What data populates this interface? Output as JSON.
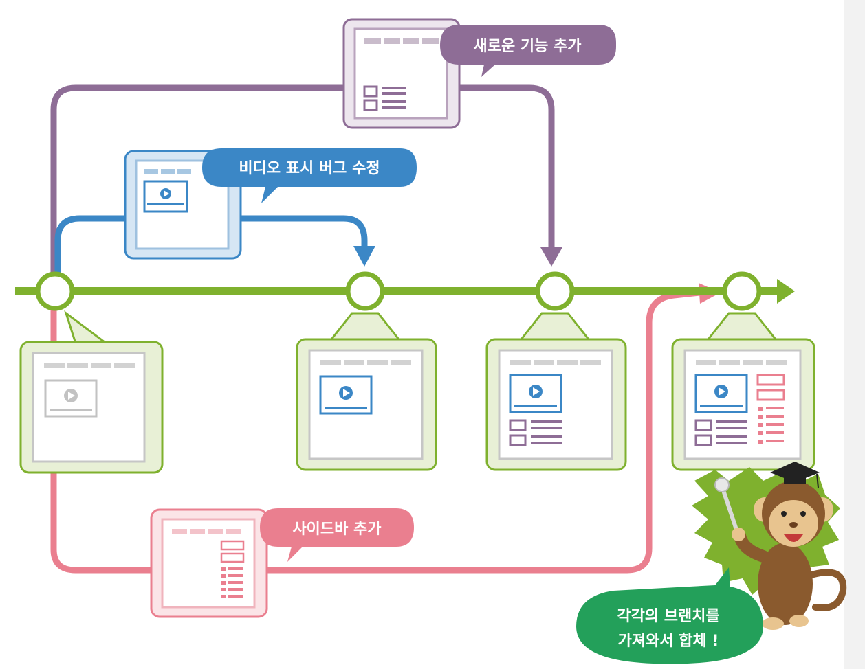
{
  "colors": {
    "main": "#7fb12e",
    "main_fill": "#e8f0d6",
    "feature": "#8e6d96",
    "feature_fill": "#ede6ee",
    "video": "#3b87c6",
    "video_fill": "#d6e6f4",
    "sidebar": "#ea7f8f",
    "sidebar_fill": "#fbe4e7",
    "speech_green": "#23a05a",
    "right_strip": "#f2f2f2"
  },
  "labels": {
    "feature": "새로운 기능 추가",
    "video": "비디오 표시 버그 수정",
    "sidebar": "사이드바 추가",
    "merge_line1": "각각의 브랜치를",
    "merge_line2": "가져와서 합체 !"
  },
  "commits": [
    {
      "id": "base",
      "contents": [
        "video"
      ]
    },
    {
      "id": "video-fix",
      "contents": [
        "video"
      ]
    },
    {
      "id": "feature-merge",
      "contents": [
        "video",
        "list"
      ]
    },
    {
      "id": "sidebar-merge",
      "contents": [
        "video",
        "list",
        "sidebar"
      ]
    }
  ],
  "icons": {
    "mascot": "monkey-mascot-icon",
    "play": "play-icon"
  }
}
